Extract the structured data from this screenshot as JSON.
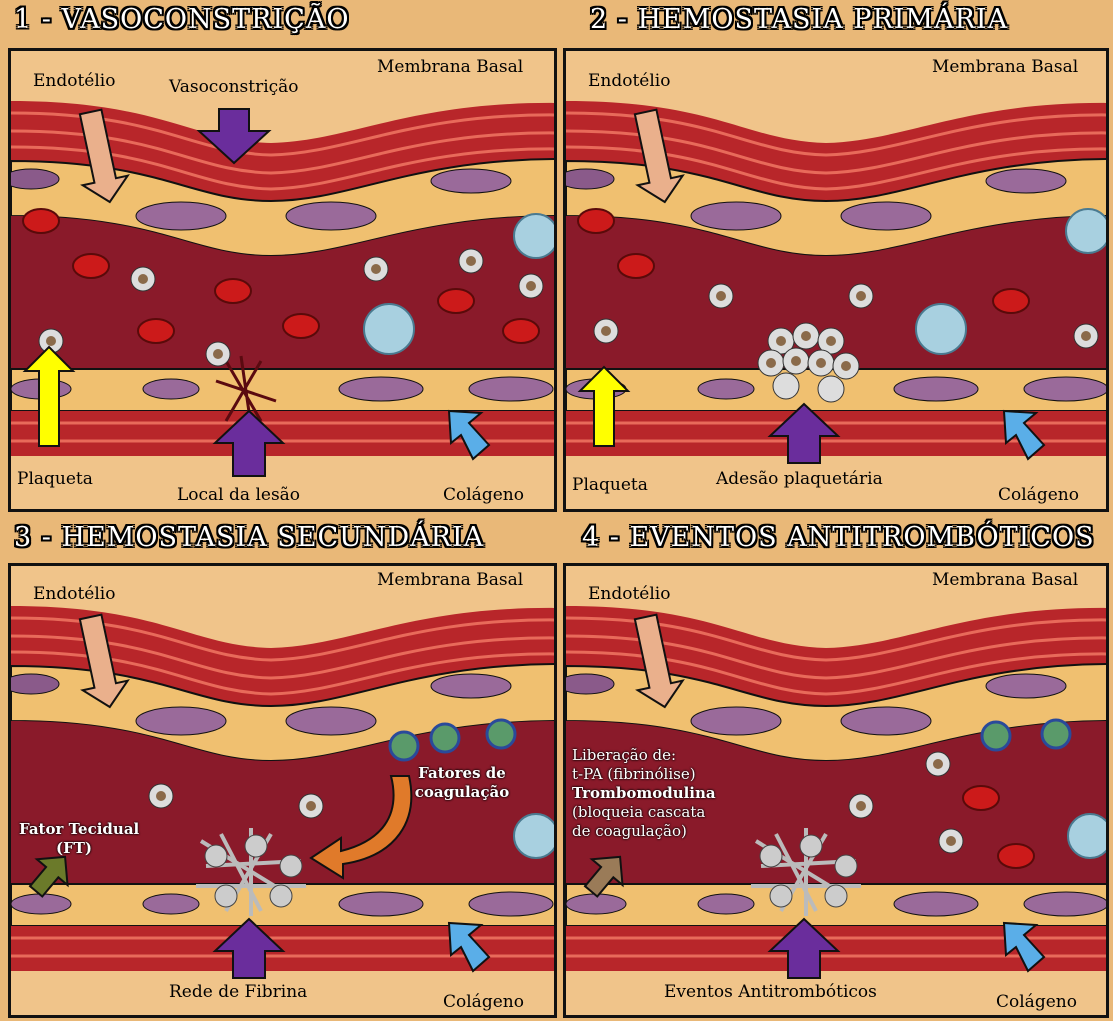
{
  "panels": [
    {
      "title": "1 - VASOCONSTRIÇÃO",
      "membrana": "Membrana Basal",
      "endotelio": "Endotélio",
      "vasoconstricao": "Vasoconstrição",
      "plaqueta": "Plaqueta",
      "center_label": "Local da lesão",
      "colageno": "Colágeno"
    },
    {
      "title": "2 - HEMOSTASIA PRIMÁRIA",
      "membrana": "Membrana Basal",
      "endotelio": "Endotélio",
      "plaqueta": "Plaqueta",
      "center_label": "Adesão plaquetária",
      "colageno": "Colágeno"
    },
    {
      "title": "3 - HEMOSTASIA SECUNDÁRIA",
      "membrana": "Membrana Basal",
      "endotelio": "Endotélio",
      "fator_tecidual": "Fator Tecidual",
      "ft": "(FT)",
      "fatores": "Fatores de",
      "coagulacao": "coagulação",
      "center_label": "Rede de Fibrina",
      "colageno": "Colágeno"
    },
    {
      "title": "4 - EVENTOS ANTITROMBÓTICOS",
      "membrana": "Membrana Basal",
      "endotelio": "Endotélio",
      "liberacao": "Liberação de:",
      "tpa": "t-PA (fibrinólise)",
      "trombomodulina": "Trombomodulina",
      "bloqueia": "(bloqueia cascata",
      "cascata": "de coagulação)",
      "center_label": "Eventos Antitrombóticos",
      "colageno": "Colágeno"
    }
  ],
  "colors": {
    "arrow_purple": "#6a2d9c",
    "arrow_yellow": "#ffff00",
    "arrow_blue": "#5aaee8",
    "arrow_endo": "#eab08c",
    "arrow_orange": "#e07a2a",
    "arrow_olive": "#6b7a2a",
    "arrow_brown": "#9a7b58",
    "lumen": "#8a1a2a",
    "muscle": "#c2302a",
    "cell": "#f0c070"
  }
}
